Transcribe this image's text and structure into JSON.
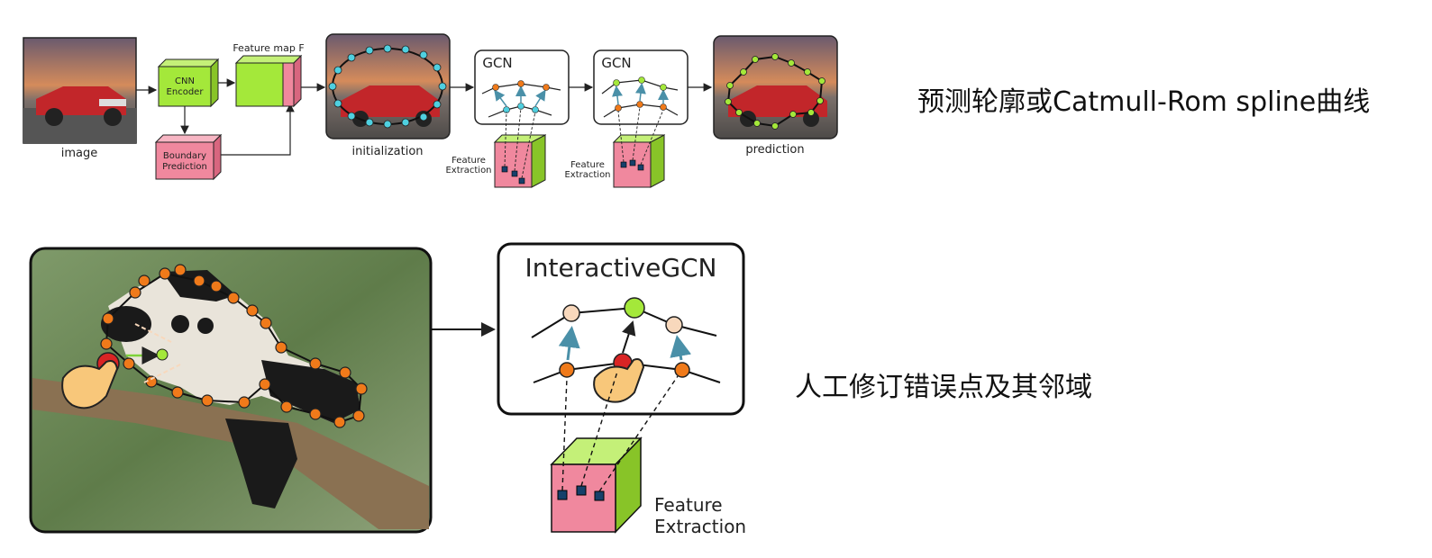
{
  "top_pipeline": {
    "image_label": "image",
    "cnn_encoder": "CNN Encoder",
    "boundary_prediction": "Boundary Prediction",
    "feature_map": "Feature map F",
    "initialization": "initialization",
    "gcn_label": "GCN",
    "feature_extraction": "Feature Extraction",
    "prediction": "prediction",
    "caption": "预测轮廓或Catmull-Rom spline曲线"
  },
  "bottom_pipeline": {
    "interactive_gcn": "InteractiveGCN",
    "feature_extraction": "Feature Extraction",
    "caption": "人工修订错误点及其邻域"
  },
  "colors": {
    "green": "#a4e83a",
    "pink": "#f0889e",
    "cyan": "#4fd0e0",
    "orange": "#f07a1a",
    "node_cream": "#f8d8bc",
    "red": "#d92424",
    "arrow_teal": "#4a90a8"
  }
}
